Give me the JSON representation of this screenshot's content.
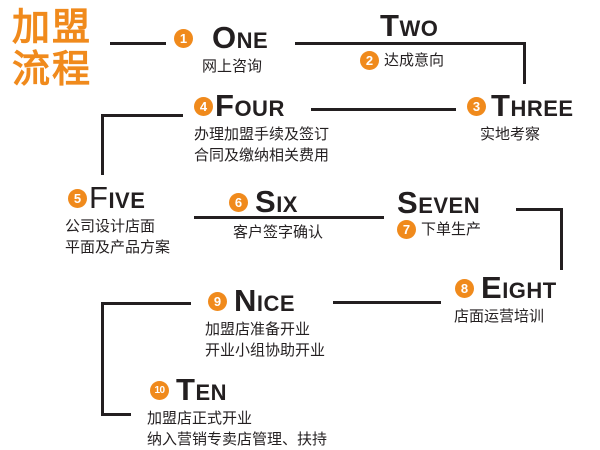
{
  "title": {
    "line1": "加盟",
    "line2": "流程"
  },
  "colors": {
    "accent": "#f08a1c",
    "text": "#231f20",
    "background": "#ffffff"
  },
  "steps": [
    {
      "number": "1",
      "cap": "O",
      "rest": "NE",
      "desc": [
        "网上咨询"
      ]
    },
    {
      "number": "2",
      "cap": "T",
      "rest": "WO",
      "desc": [
        "达成意向"
      ]
    },
    {
      "number": "3",
      "cap": "T",
      "rest": "HREE",
      "desc": [
        "实地考察"
      ]
    },
    {
      "number": "4",
      "cap": "F",
      "rest": "OUR",
      "desc": [
        "办理加盟手续及签订",
        "合同及缴纳相关费用"
      ]
    },
    {
      "number": "5",
      "cap": "F",
      "rest": "IVE",
      "desc": [
        "公司设计店面",
        "平面及产品方案"
      ]
    },
    {
      "number": "6",
      "cap": "S",
      "rest": "IX",
      "desc": [
        "客户签字确认"
      ]
    },
    {
      "number": "7",
      "cap": "S",
      "rest": "EVEN",
      "desc": [
        "下单生产"
      ]
    },
    {
      "number": "8",
      "cap": "E",
      "rest": "IGHT",
      "desc": [
        "店面运营培训"
      ]
    },
    {
      "number": "9",
      "cap": "N",
      "rest": "ICE",
      "desc": [
        "加盟店准备开业",
        "开业小组协助开业"
      ]
    },
    {
      "number": "10",
      "cap": "T",
      "rest": "EN",
      "desc": [
        "加盟店正式开业",
        "纳入营销专卖店管理、扶持"
      ]
    }
  ]
}
